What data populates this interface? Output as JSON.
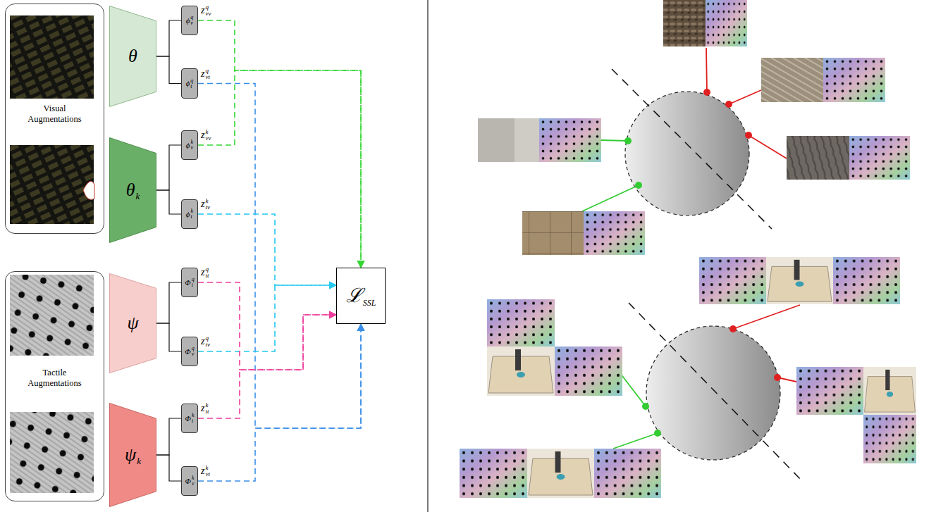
{
  "diagram": {
    "nodes": [
      {
        "text": [
          "Visual Augmentations"
        ]
      },
      {
        "text": [
          "θ"
        ]
      },
      {
        "text": [
          "θ",
          "k"
        ]
      },
      {
        "text": [
          "ϕ",
          "v",
          "q"
        ]
      },
      {
        "text": [
          "ϕ",
          "t",
          "q"
        ]
      },
      {
        "text": [
          "ϕ",
          "v",
          "k"
        ]
      },
      {
        "text": [
          "ϕ",
          "t",
          "k"
        ]
      },
      {
        "text": [
          "Tactile Augmentations"
        ]
      },
      {
        "text": [
          "ψ"
        ]
      },
      {
        "text": [
          "ψ",
          "k"
        ]
      },
      {
        "text": [
          "Φ",
          "t",
          "q"
        ]
      },
      {
        "text": [
          "Φ",
          "v",
          "q"
        ]
      },
      {
        "text": [
          "Φ",
          "t",
          "k"
        ]
      },
      {
        "text": [
          "Φ",
          "v",
          "k"
        ]
      },
      {
        "text": [
          "ℒ",
          "SSL"
        ]
      }
    ],
    "edges": [
      {
        "from": 1,
        "to": 3,
        "arrow": "none"
      },
      {
        "from": 1,
        "to": 4,
        "arrow": "none"
      },
      {
        "from": 2,
        "to": 5,
        "arrow": "none"
      },
      {
        "from": 2,
        "to": 6,
        "arrow": "none"
      },
      {
        "from": 8,
        "to": 10,
        "arrow": "none"
      },
      {
        "from": 8,
        "to": 11,
        "arrow": "none"
      },
      {
        "from": 9,
        "to": 12,
        "arrow": "none"
      },
      {
        "from": 9,
        "to": 13,
        "arrow": "none"
      },
      {
        "from": 3,
        "to": 14,
        "arrow": "to"
      },
      {
        "from": 5,
        "to": 14,
        "arrow": "to"
      },
      {
        "from": 4,
        "to": 14,
        "arrow": "to"
      },
      {
        "from": 13,
        "to": 14,
        "arrow": "to"
      },
      {
        "from": 6,
        "to": 14,
        "arrow": "to"
      },
      {
        "from": 11,
        "to": 14,
        "arrow": "to"
      },
      {
        "from": 10,
        "to": 14,
        "arrow": "to"
      },
      {
        "from": 12,
        "to": 14,
        "arrow": "to"
      }
    ],
    "labels": [
      "z",
      "vv",
      "q",
      "z",
      "vt",
      "q",
      "z",
      "vv",
      "k",
      "z",
      "tv",
      "k",
      "z",
      "tt",
      "q",
      "z",
      "tv",
      "q",
      "z",
      "tt",
      "k",
      "z",
      "vt",
      "k"
    ]
  }
}
